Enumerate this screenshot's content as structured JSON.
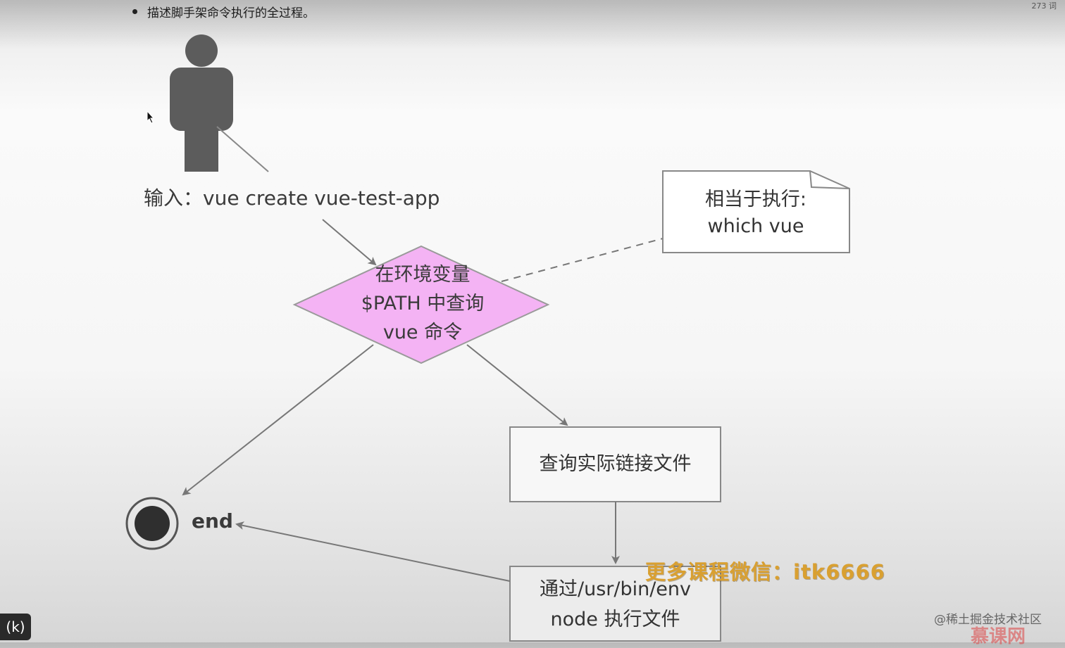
{
  "header": {
    "bullet_text": "描述脚手架命令执行的全过程。",
    "word_count": "273 词"
  },
  "diagram": {
    "input_label": "输入：vue create vue-test-app",
    "diamond_lines": [
      "在环境变量",
      "$PATH 中查询",
      "vue 命令"
    ],
    "note_lines": [
      "相当于执行:",
      "which vue"
    ],
    "box1_text": "查询实际链接文件",
    "box2_lines": [
      "通过/usr/bin/env",
      "node 执行文件"
    ],
    "end_label": "end",
    "colors": {
      "diamond_fill": "#f4b3f4",
      "person": "#5c5c5c",
      "stroke": "#777777",
      "watermark": "#d9a031"
    }
  },
  "overlay": {
    "watermark": "更多课程微信：itk6666",
    "community": "@稀土掘金技术社区",
    "logo": "慕课网",
    "badge": "(k)"
  }
}
